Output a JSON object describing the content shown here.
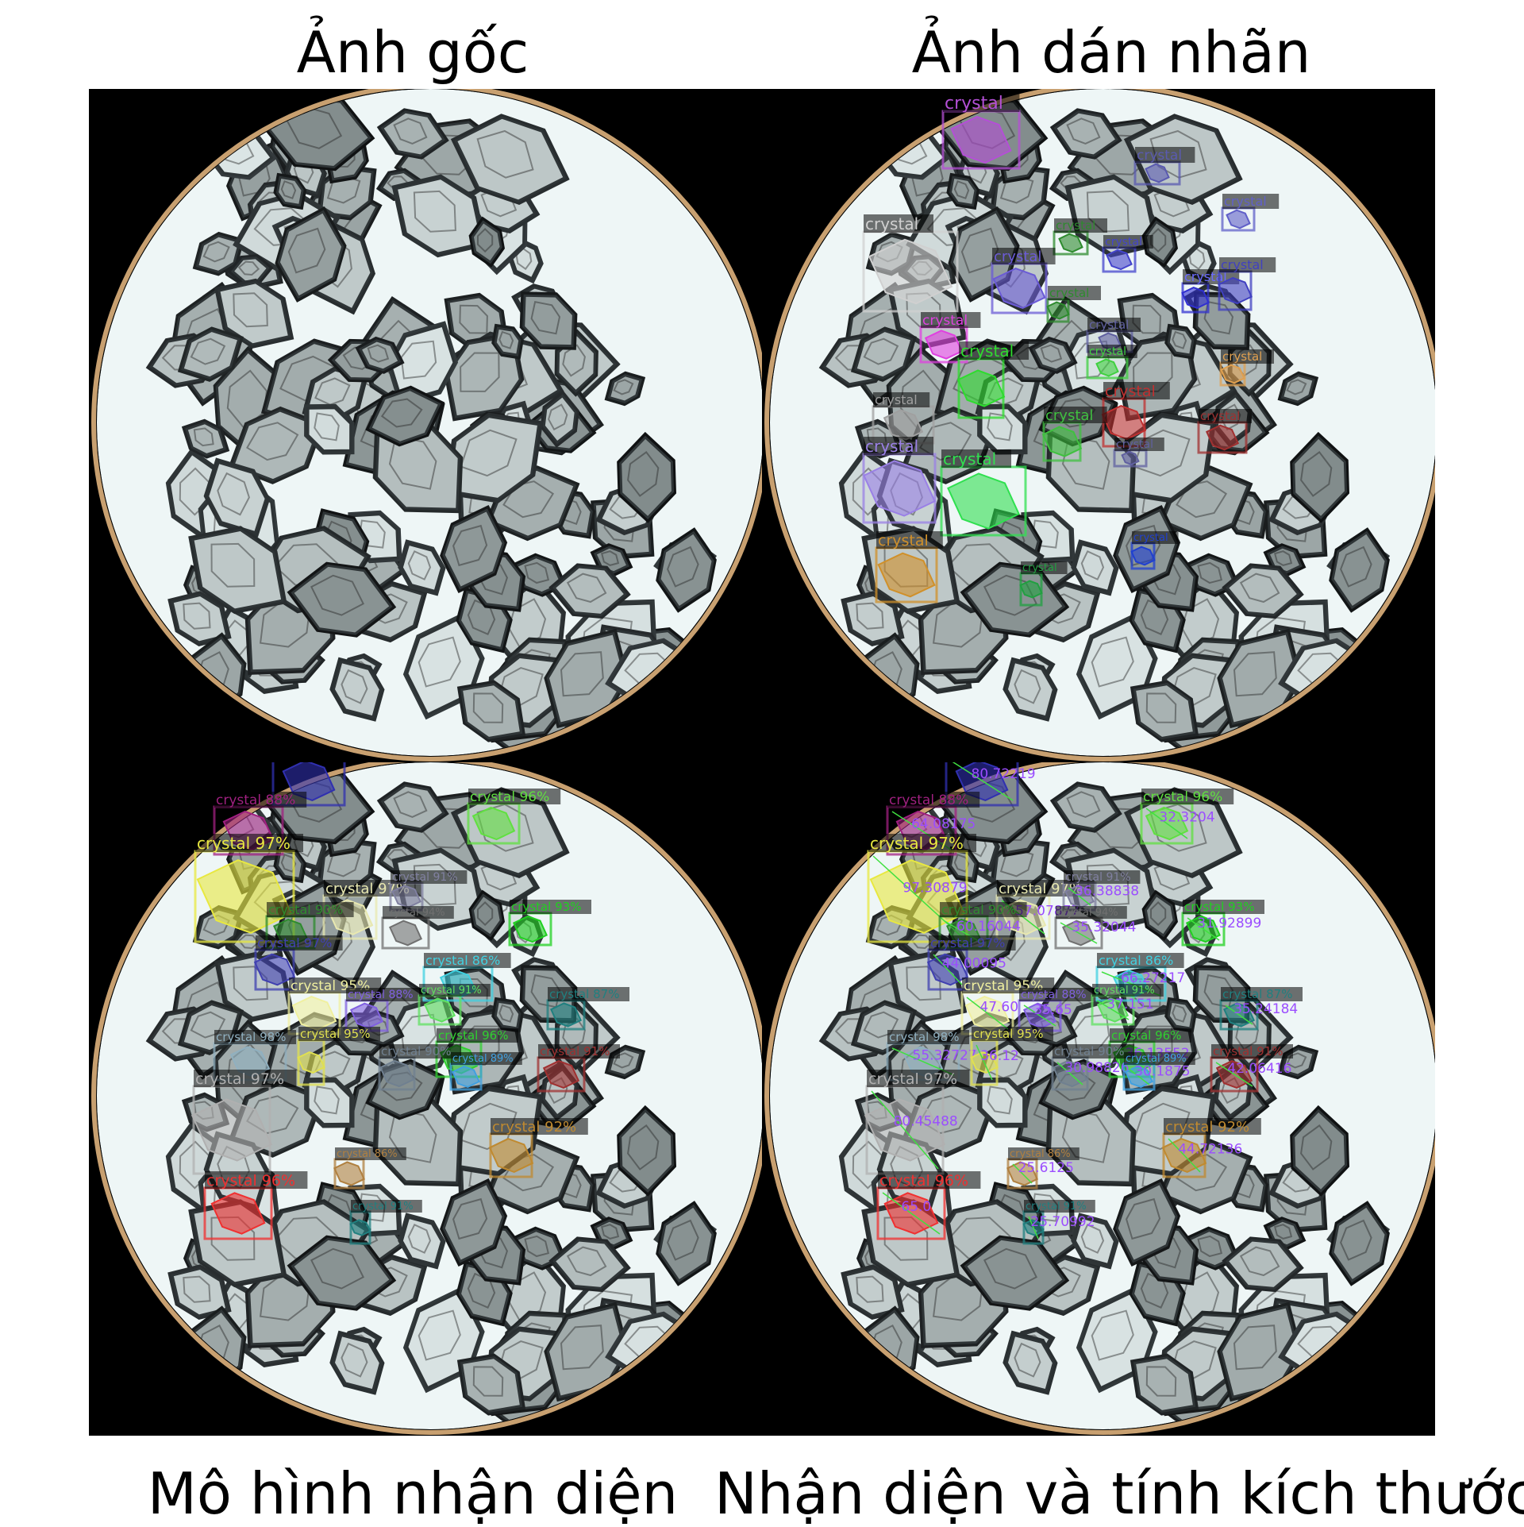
{
  "captions": {
    "original": "Ảnh gốc",
    "labeled": "Ảnh dán nhãn",
    "model": "Mô hình nhận diện",
    "measure": "Nhận diện và tính kích thước"
  },
  "colors": {
    "field_light": "#eef6f6",
    "crystal_dark": "#2e3436",
    "rim": "#c8a070"
  },
  "labeled_annotations": [
    {
      "label": "crystal",
      "color": "#b44fd6"
    },
    {
      "label": "crystal",
      "color": "#5a5ab0"
    },
    {
      "label": "crystal",
      "color": "#6060c8"
    },
    {
      "label": "crystal",
      "color": "#d0d0d0"
    },
    {
      "label": "crystal",
      "color": "#2e8b2e"
    },
    {
      "label": "crystal",
      "color": "#4444cc"
    },
    {
      "label": "crystal",
      "color": "#6b5bd6"
    },
    {
      "label": "crystal",
      "color": "#2e8b2e"
    },
    {
      "label": "crystal",
      "color": "#3030d0"
    },
    {
      "label": "crystal",
      "color": "#4040c0"
    },
    {
      "label": "crystal",
      "color": "#e040e0"
    },
    {
      "label": "crystal",
      "color": "#6060a0"
    },
    {
      "label": "crystal",
      "color": "#2edc2e"
    },
    {
      "label": "crystal",
      "color": "#40d040"
    },
    {
      "label": "crystal",
      "color": "#e0a050"
    },
    {
      "label": "crystal",
      "color": "#a0a0a0"
    },
    {
      "label": "crystal",
      "color": "#c03030"
    },
    {
      "label": "crystal",
      "color": "#40c040"
    },
    {
      "label": "crystal",
      "color": "#a03030"
    },
    {
      "label": "crystal",
      "color": "#6060a0"
    },
    {
      "label": "crystal",
      "color": "#9a80e6"
    },
    {
      "label": "crystal",
      "color": "#30e050"
    },
    {
      "label": "crystal",
      "color": "#d0902a"
    },
    {
      "label": "crystal",
      "color": "#2040d0"
    },
    {
      "label": "crystal",
      "color": "#20a040"
    }
  ],
  "detections": [
    {
      "label": "crystal 91%",
      "color": "#3030b0",
      "size": "80.72219"
    },
    {
      "label": "crystal 88%",
      "color": "#a02080",
      "size": "64.08175"
    },
    {
      "label": "crystal 96%",
      "color": "#60e040",
      "size": "32.3204"
    },
    {
      "label": "crystal 97%",
      "color": "#e8e840",
      "size": "97.30879"
    },
    {
      "label": "crystal 97%",
      "color": "#e8e8b0",
      "size": "57.07877"
    },
    {
      "label": "crystal 91%",
      "color": "#8080a0",
      "size": "36.38838"
    },
    {
      "label": "crystal 90%",
      "color": "#2e8b2e",
      "size": "60.16044"
    },
    {
      "label": "crystal 94%",
      "color": "#707070",
      "size": "35.32044"
    },
    {
      "label": "crystal 93%",
      "color": "#20d020",
      "size": "31.92899"
    },
    {
      "label": "crystal 97%",
      "color": "#4040b0",
      "size": "44.00095"
    },
    {
      "label": "crystal 86%",
      "color": "#40d0e0",
      "size": "66.27217"
    },
    {
      "label": "crystal 95%",
      "color": "#f0f0a0",
      "size": "47.60"
    },
    {
      "label": "crystal 88%",
      "color": "#8060e0",
      "size": "35.65"
    },
    {
      "label": "crystal 91%",
      "color": "#60e060",
      "size": "37.151"
    },
    {
      "label": "crystal 87%",
      "color": "#208080",
      "size": "35.24184"
    },
    {
      "label": "crystal 98%",
      "color": "#90b0c0",
      "size": "55.32727"
    },
    {
      "label": "crystal 95%",
      "color": "#e0e050",
      "size": "36.12"
    },
    {
      "label": "crystal 96%",
      "color": "#30d030",
      "size": "36.13552"
    },
    {
      "label": "crystal 90%",
      "color": "#708090",
      "size": "30.98826"
    },
    {
      "label": "crystal 89%",
      "color": "#40a0e0",
      "size": "30.1875"
    },
    {
      "label": "crystal 91%",
      "color": "#a03030",
      "size": "42.06416"
    },
    {
      "label": "crystal 97%",
      "color": "#b0b0b0",
      "size": "80.45488"
    },
    {
      "label": "crystal 92%",
      "color": "#c08a30",
      "size": "44.72136"
    },
    {
      "label": "crystal 86%",
      "color": "#b08040",
      "size": "25.6125"
    },
    {
      "label": "crystal 96%",
      "color": "#f03030",
      "size": "65.0"
    },
    {
      "label": "crystal 91%",
      "color": "#208080",
      "size": "25.70992"
    }
  ]
}
